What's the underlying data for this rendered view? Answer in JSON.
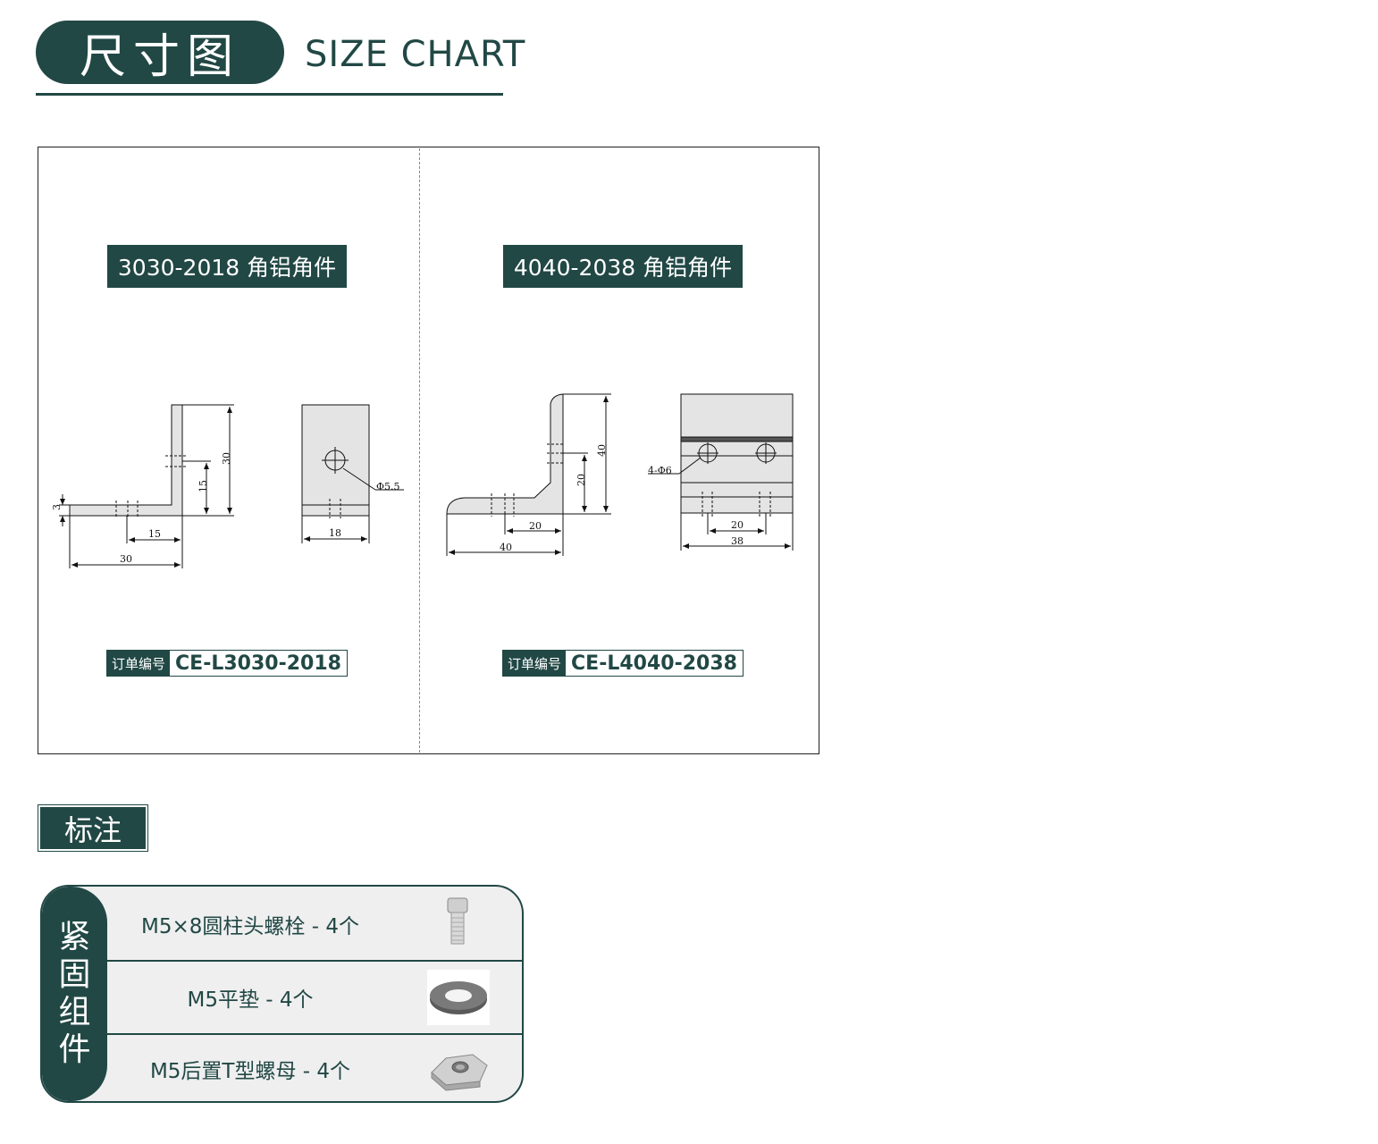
{
  "header": {
    "title_cn": "尺寸图",
    "title_en": "SIZE CHART"
  },
  "products": [
    {
      "title": "3030-2018 角铝角件",
      "order_label": "订单编号",
      "order_code": "CE-L3030-2018",
      "dims": {
        "thickness": "3",
        "hole_offset_h": "15",
        "width": "30",
        "hole_offset_v": "15",
        "height": "30",
        "depth": "18",
        "hole_dia": "Φ5.5"
      }
    },
    {
      "title": "4040-2038 角铝角件",
      "order_label": "订单编号",
      "order_code": "CE-L4040-2038",
      "dims": {
        "hole_offset_h": "20",
        "width": "40",
        "hole_offset_v": "20",
        "height": "40",
        "hole_spacing": "20",
        "depth": "38",
        "hole_dia": "4-Φ6"
      }
    }
  ],
  "notes_label": "标注",
  "fasteners": {
    "side_label": [
      "紧",
      "固",
      "组",
      "件"
    ],
    "items": [
      {
        "label": "M5×8圆柱头螺栓 - 4个",
        "icon": "bolt-icon"
      },
      {
        "label": "M5平垫 - 4个",
        "icon": "washer-icon"
      },
      {
        "label": "M5后置T型螺母 - 4个",
        "icon": "t-nut-icon"
      }
    ]
  }
}
